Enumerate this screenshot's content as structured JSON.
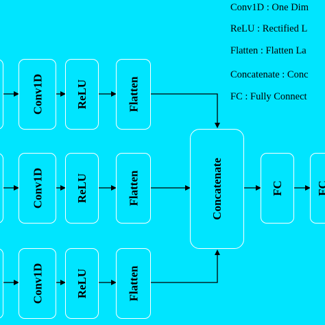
{
  "blocks": {
    "conv1d": "Conv1D",
    "relu": "ReLU",
    "flatten": "Flatten",
    "concatenate": "Concatenate",
    "fc": "FC",
    "fc_partial": "FC"
  },
  "legend": {
    "conv1d": "Conv1D : One Dim",
    "relu": "ReLU : Rectified L",
    "flatten": "Flatten : Flatten La",
    "concatenate": "Concatenate : Conc",
    "fc": "FC : Fully Connect"
  }
}
